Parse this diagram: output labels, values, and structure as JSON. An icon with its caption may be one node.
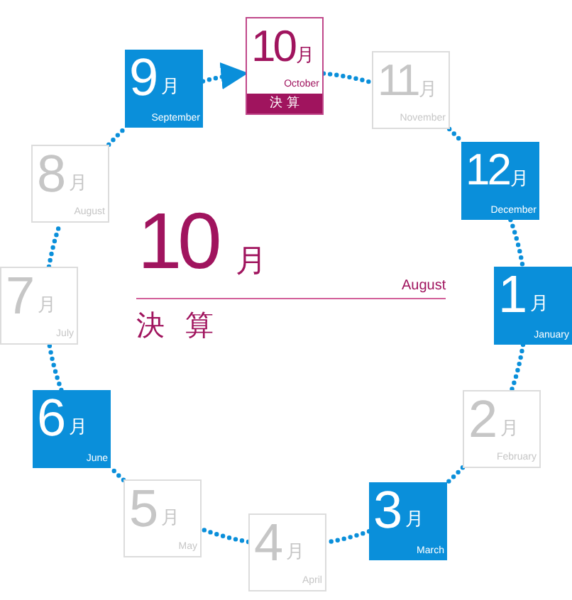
{
  "diagram": {
    "nodes": [
      {
        "text": [
          "10",
          "月",
          "October",
          "決 算"
        ]
      },
      {
        "text": [
          "11",
          "月",
          "November"
        ]
      },
      {
        "text": [
          "12",
          "月",
          "December"
        ]
      },
      {
        "text": [
          "1",
          "月",
          "January"
        ]
      },
      {
        "text": [
          "2",
          "月",
          "February"
        ]
      },
      {
        "text": [
          "3",
          "月",
          "March"
        ]
      },
      {
        "text": [
          "4",
          "月",
          "April"
        ]
      },
      {
        "text": [
          "5",
          "月",
          "May"
        ]
      },
      {
        "text": [
          "6",
          "月",
          "June"
        ]
      },
      {
        "text": [
          "7",
          "月",
          "July"
        ]
      },
      {
        "text": [
          "8",
          "月",
          "August"
        ]
      },
      {
        "text": [
          "9",
          "月",
          "September"
        ]
      }
    ],
    "edges": [
      {
        "from": 11,
        "to": 0,
        "arrow": "to"
      },
      {
        "from": 0,
        "to": 1,
        "arrow": "none"
      },
      {
        "from": 1,
        "to": 2,
        "arrow": "none"
      },
      {
        "from": 2,
        "to": 3,
        "arrow": "none"
      },
      {
        "from": 3,
        "to": 4,
        "arrow": "none"
      },
      {
        "from": 4,
        "to": 5,
        "arrow": "none"
      },
      {
        "from": 5,
        "to": 6,
        "arrow": "none"
      },
      {
        "from": 6,
        "to": 7,
        "arrow": "none"
      },
      {
        "from": 7,
        "to": 8,
        "arrow": "none"
      },
      {
        "from": 8,
        "to": 9,
        "arrow": "none"
      },
      {
        "from": 9,
        "to": 10,
        "arrow": "none"
      },
      {
        "from": 10,
        "to": 11,
        "arrow": "none"
      }
    ],
    "labels": [
      "10",
      "月",
      "August",
      "決 算"
    ]
  }
}
